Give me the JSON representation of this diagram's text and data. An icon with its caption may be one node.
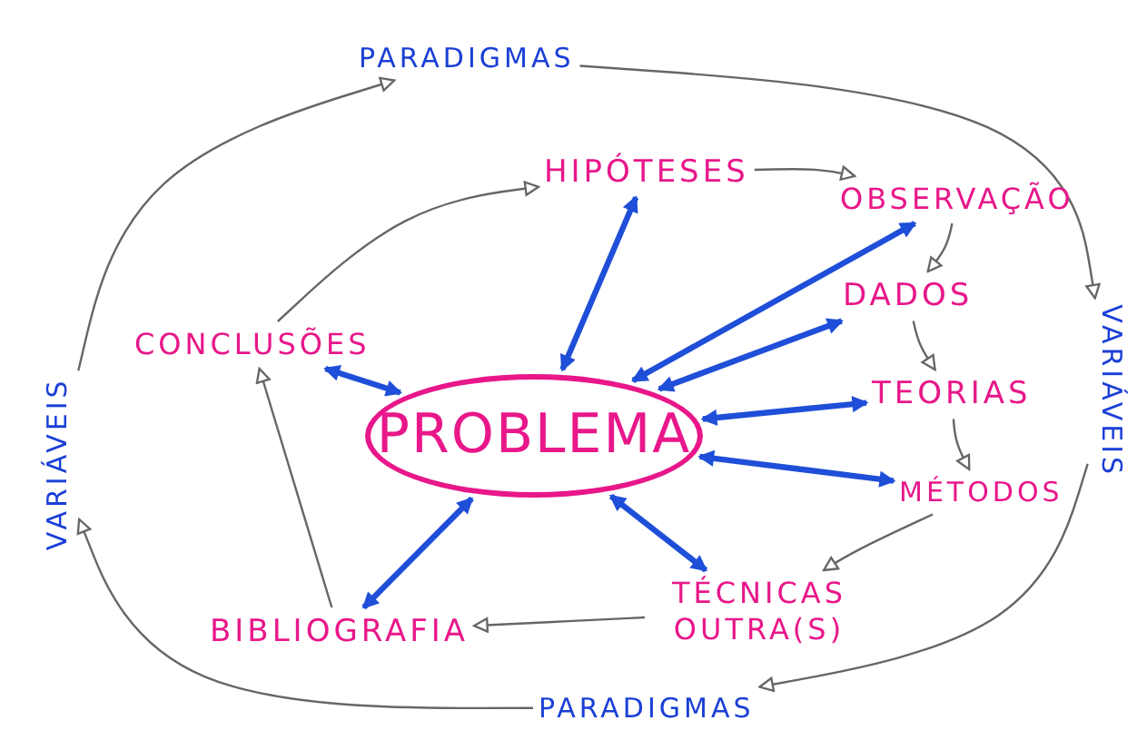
{
  "diagram": {
    "nodes": [
      {
        "text": [
          "PROBLEMA"
        ]
      },
      {
        "text": [
          "PARADIGMAS"
        ]
      },
      {
        "text": [
          "VARIÁVEIS"
        ]
      },
      {
        "text": [
          "PARADIGMAS"
        ]
      },
      {
        "text": [
          "VARIÁVEIS"
        ]
      },
      {
        "text": [
          "HIPÓTESES"
        ]
      },
      {
        "text": [
          "OBSERVAÇÃO"
        ]
      },
      {
        "text": [
          "DADOS"
        ]
      },
      {
        "text": [
          "TEORIAS"
        ]
      },
      {
        "text": [
          "MÉTODOS"
        ]
      },
      {
        "text": [
          "TÉCNICAS OUTRA(S)"
        ]
      },
      {
        "text": [
          "BIBLIOGRAFIA"
        ]
      },
      {
        "text": [
          "CONCLUSÕES"
        ]
      }
    ],
    "edges": [
      {
        "from": 4,
        "to": 1,
        "arrow": "to"
      },
      {
        "from": 1,
        "to": 2,
        "arrow": "to"
      },
      {
        "from": 2,
        "to": 3,
        "arrow": "to"
      },
      {
        "from": 3,
        "to": 4,
        "arrow": "to"
      },
      {
        "from": 12,
        "to": 5,
        "arrow": "to"
      },
      {
        "from": 5,
        "to": 6,
        "arrow": "to"
      },
      {
        "from": 6,
        "to": 7,
        "arrow": "to"
      },
      {
        "from": 7,
        "to": 8,
        "arrow": "to"
      },
      {
        "from": 8,
        "to": 9,
        "arrow": "to"
      },
      {
        "from": 9,
        "to": 10,
        "arrow": "to"
      },
      {
        "from": 10,
        "to": 11,
        "arrow": "to"
      },
      {
        "from": 11,
        "to": 12,
        "arrow": "to"
      },
      {
        "from": 0,
        "to": 5,
        "arrow": "both",
        "style": "thick",
        "color": "#1f4fd8"
      },
      {
        "from": 0,
        "to": 6,
        "arrow": "both",
        "style": "thick",
        "color": "#1f4fd8"
      },
      {
        "from": 0,
        "to": 7,
        "arrow": "both",
        "style": "thick",
        "color": "#1f4fd8"
      },
      {
        "from": 0,
        "to": 8,
        "arrow": "both",
        "style": "thick",
        "color": "#1f4fd8"
      },
      {
        "from": 0,
        "to": 9,
        "arrow": "both",
        "style": "thick",
        "color": "#1f4fd8"
      },
      {
        "from": 0,
        "to": 10,
        "arrow": "both",
        "style": "thick",
        "color": "#1f4fd8"
      },
      {
        "from": 0,
        "to": 11,
        "arrow": "both",
        "style": "thick",
        "color": "#1f4fd8"
      },
      {
        "from": 0,
        "to": 12,
        "arrow": "both",
        "style": "thick",
        "color": "#1f4fd8"
      }
    ]
  }
}
